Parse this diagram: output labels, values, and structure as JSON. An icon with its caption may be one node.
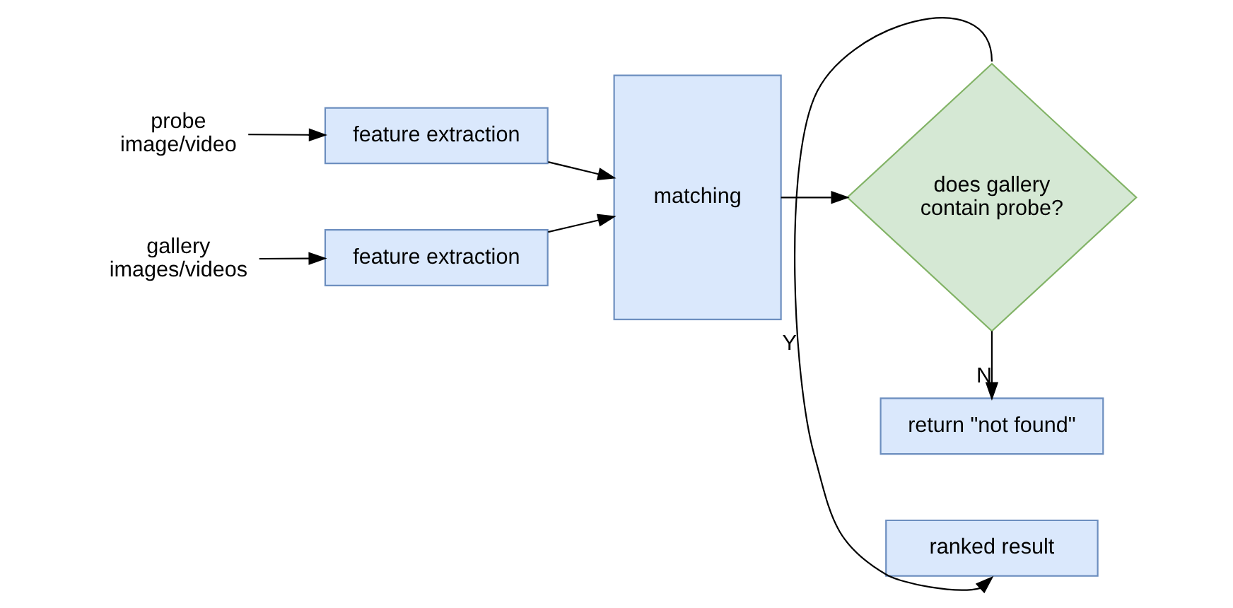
{
  "diagram": {
    "nodes": [
      {
        "text": [
          "probe image/video"
        ]
      },
      {
        "text": [
          "gallery images/videos"
        ]
      },
      {
        "text": [
          "feature extraction"
        ]
      },
      {
        "text": [
          "feature extraction"
        ]
      },
      {
        "text": [
          "matching"
        ]
      },
      {
        "text": [
          "does gallery contain probe?"
        ]
      },
      {
        "text": [
          "ranked result"
        ]
      },
      {
        "text": [
          "return \"not found\""
        ]
      }
    ],
    "edges": [
      {
        "from": 0,
        "to": 2,
        "arrow": "to"
      },
      {
        "from": 2,
        "to": 4,
        "arrow": "to"
      },
      {
        "from": 1,
        "to": 3,
        "arrow": "to"
      },
      {
        "from": 3,
        "to": 4,
        "arrow": "to"
      },
      {
        "from": 4,
        "to": 5,
        "arrow": "to"
      },
      {
        "from": 5,
        "to": 6,
        "label": "Y",
        "arrow": "to"
      },
      {
        "from": 5,
        "to": 7,
        "label": "N",
        "arrow": "to"
      }
    ]
  }
}
